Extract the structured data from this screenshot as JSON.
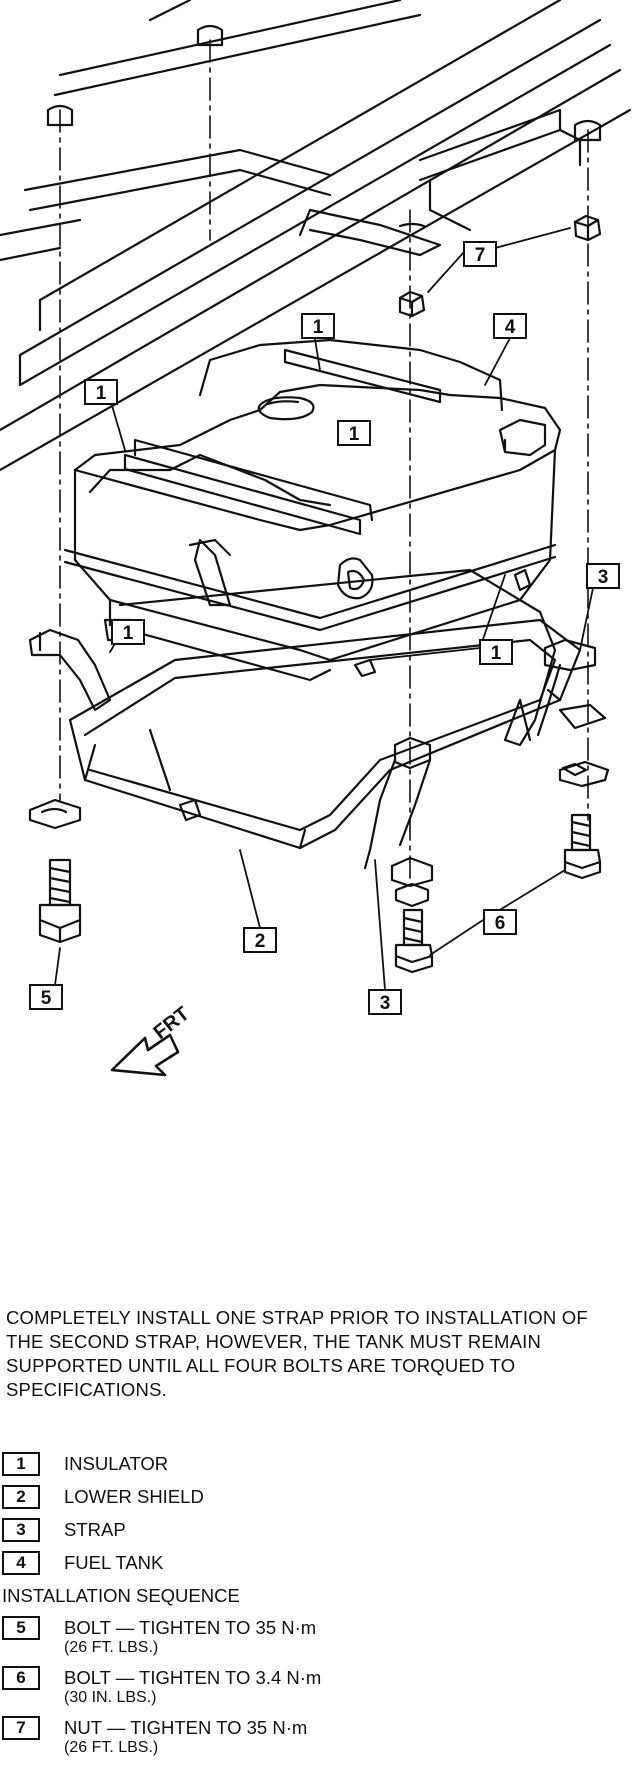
{
  "diagram": {
    "callouts": [
      "1",
      "1",
      "1",
      "1",
      "1",
      "2",
      "3",
      "3",
      "4",
      "5",
      "6",
      "7"
    ],
    "direction_label": "FRT"
  },
  "note": "COMPLETELY INSTALL ONE STRAP PRIOR TO INSTALLATION OF THE SECOND STRAP, HOWEVER, THE TANK MUST REMAIN SUPPORTED UNTIL ALL FOUR BOLTS ARE TORQUED TO SPECIFICATIONS.",
  "legend": {
    "parts": [
      {
        "num": "1",
        "label": "INSULATOR"
      },
      {
        "num": "2",
        "label": "LOWER SHIELD"
      },
      {
        "num": "3",
        "label": "STRAP"
      },
      {
        "num": "4",
        "label": "FUEL TANK"
      }
    ],
    "sequence_heading": "INSTALLATION SEQUENCE",
    "sequence": [
      {
        "num": "5",
        "label": "BOLT — TIGHTEN TO 35 N·m",
        "sub": "(26 FT. LBS.)"
      },
      {
        "num": "6",
        "label": "BOLT — TIGHTEN TO 3.4 N·m",
        "sub": "(30 IN. LBS.)"
      },
      {
        "num": "7",
        "label": "NUT — TIGHTEN TO 35 N·m",
        "sub": "(26 FT. LBS.)"
      }
    ]
  }
}
